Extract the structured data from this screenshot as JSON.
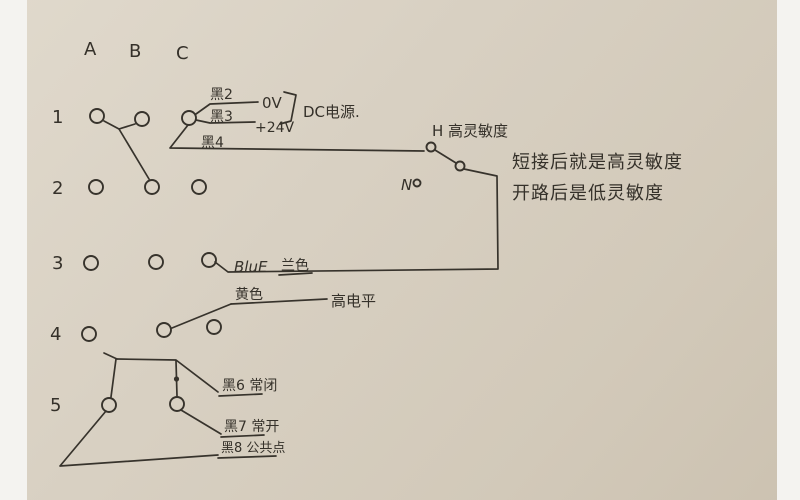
{
  "colors": {
    "paper": "#d8d0c2",
    "ink": "#37332c",
    "edge": "#f4f3f0"
  },
  "columns": [
    "A",
    "B",
    "C"
  ],
  "rows": [
    "1",
    "2",
    "3",
    "4",
    "5"
  ],
  "labels": {
    "black2": "黑2",
    "v0": "0V",
    "black3": "黑3",
    "v24": "+24V",
    "dc_power": "DC电源.",
    "black4": "黑4",
    "h_sensitivity": "H 高灵敏度",
    "n_open": "N",
    "blue_en": "BluE",
    "blue_cn": "兰色",
    "yellow": "黄色",
    "high_level": "高电平",
    "black6": "黑6 常闭",
    "black7": "黑7 常开",
    "black8": "黑8 公共点"
  },
  "notes": [
    "短接后就是高灵敏度",
    "开路后是低灵敏度"
  ]
}
